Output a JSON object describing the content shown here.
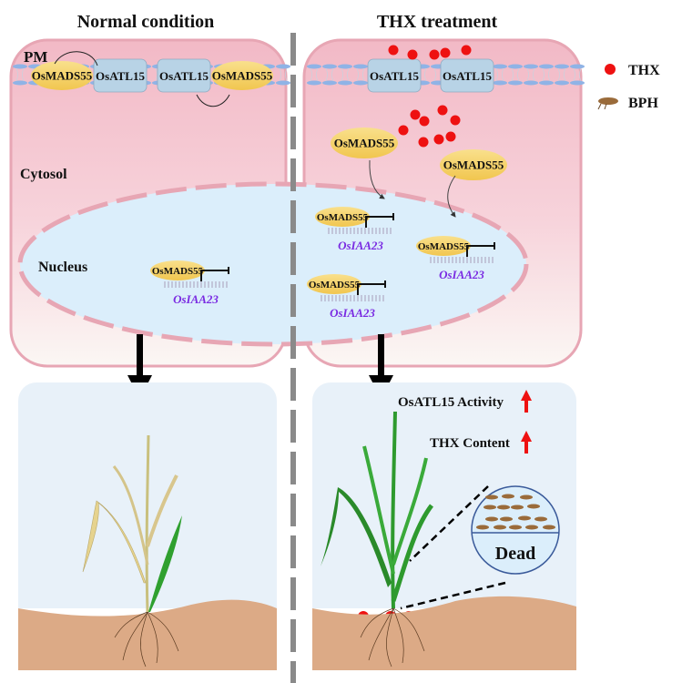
{
  "titles": {
    "left": "Normal condition",
    "right": "THX treatment"
  },
  "labels": {
    "pm": "PM",
    "cytosol": "Cytosol",
    "nucleus": "Nucleus"
  },
  "proteins": {
    "mads": "OsMADS55",
    "atl": "OsATL15"
  },
  "gene": "OsIAA23",
  "legend": [
    {
      "icon": "red-dot-icon",
      "label": "THX"
    },
    {
      "icon": "insect-icon",
      "label": "BPH"
    }
  ],
  "effects": [
    {
      "label": "OsATL15 Activity",
      "direction": "up"
    },
    {
      "label": "THX Content",
      "direction": "up"
    }
  ],
  "inset_label": "Dead",
  "colors": {
    "cell_fill_top": "#f2b9c6",
    "cell_fill_bottom": "#fbf6f3",
    "cell_border": "#e7a6b4",
    "nucleus_fill": "#dbeefb",
    "membrane": "#8fb3e6",
    "atl_box": "#b8d3e6",
    "mads_fill": "#f6d36e",
    "thx_red": "#ee1111",
    "soil": "#dcaa86",
    "sky": "#e8f1f9",
    "gene_text": "#7a2be2",
    "divider": "#8a8a8a"
  }
}
